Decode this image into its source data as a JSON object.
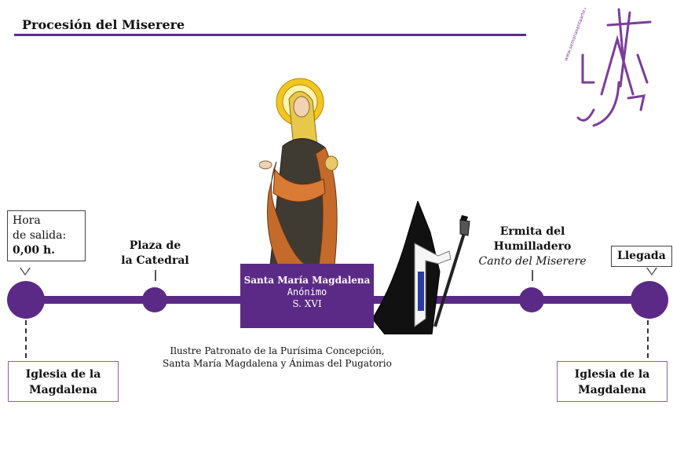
{
  "header": {
    "title": "Procesión del Miserere"
  },
  "logo": {
    "url_text": "www.semanasantaarte.com",
    "icon": "brotherhood-monogram"
  },
  "start": {
    "callout_line1": "Hora",
    "callout_line2": "de salida:",
    "callout_line3": "0,00 h.",
    "place_line1": "Iglesia de la",
    "place_line2": "Magdalena"
  },
  "stops": [
    {
      "line1": "Plaza de",
      "line2": "la Catedral"
    },
    {
      "line1": "Ermita del",
      "line2": "Humilladero",
      "line3": "Canto del Miserere"
    }
  ],
  "image": {
    "name": "Santa María Magdalena",
    "author": "Anónimo",
    "century": "S. XVI",
    "icons": [
      "saint-statue",
      "nazareno-penitent"
    ]
  },
  "caption": {
    "line1": "Ilustre Patronato de la Purísima Concepción,",
    "line2": "Santa María Magdalena y Ánimas del Pugatorio"
  },
  "end": {
    "label": "Llegada",
    "place_line1": "Iglesia de la",
    "place_line2": "Magdalena"
  },
  "colors": {
    "accent": "#5b2a86",
    "border": "#8a64a8"
  }
}
